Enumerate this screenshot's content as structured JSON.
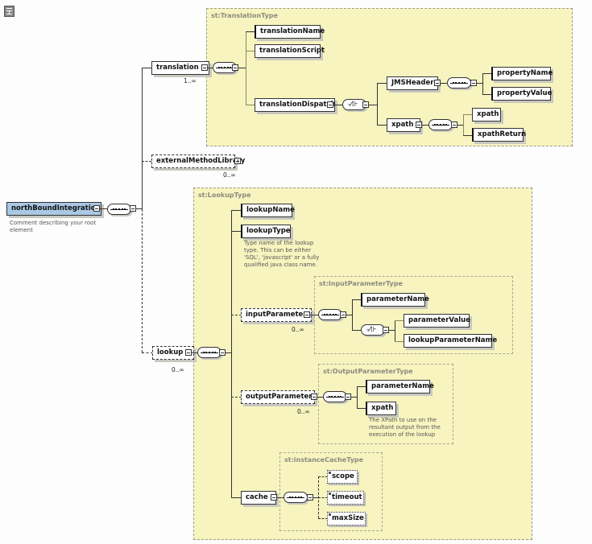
{
  "toolbar": {
    "icon": "schema-view-icon"
  },
  "root": {
    "name": "northBoundIntegration",
    "comment": "Comment describing your root element"
  },
  "translation": {
    "name": "translation",
    "cardinality": "1..∞",
    "type_label": "st:TranslationType",
    "children": [
      "translationName",
      "translationScript",
      "translationDispatch"
    ],
    "dispatch": {
      "jms": {
        "name": "JMSHeader",
        "children": [
          "propertyName",
          "propertyValue"
        ]
      },
      "xpath": {
        "name": "xpath",
        "children": [
          "xpath",
          "xpathReturn"
        ]
      }
    }
  },
  "externalMethodLibrary": {
    "name": "externalMethodLibrary",
    "cardinality": "0..∞"
  },
  "lookup": {
    "name": "lookup",
    "cardinality": "0..∞",
    "type_label": "st:LookupType",
    "lookupName": "lookupName",
    "lookupType": "lookupType",
    "lookupType_doc": "Type name of the lookup type. This can be either 'SQL', 'javascript' or a fully qualified java class name.",
    "inputParameter": {
      "name": "inputParameter",
      "cardinality": "0..∞",
      "type_label": "st:InputParameterType",
      "parameterName": "parameterName",
      "choice": [
        "parameterValue",
        "lookupParameterName"
      ]
    },
    "outputParameter": {
      "name": "outputParameter",
      "cardinality": "0..∞",
      "type_label": "st:OutputParameterType",
      "parameterName": "parameterName",
      "xpath": "xpath",
      "xpath_doc": "The XPath to use on the resultant output from the execution of the lookup"
    },
    "cache": {
      "name": "cache",
      "type_label": "st:instanceCacheType",
      "attributes": [
        "scope",
        "timeout",
        "maxSize"
      ]
    }
  }
}
